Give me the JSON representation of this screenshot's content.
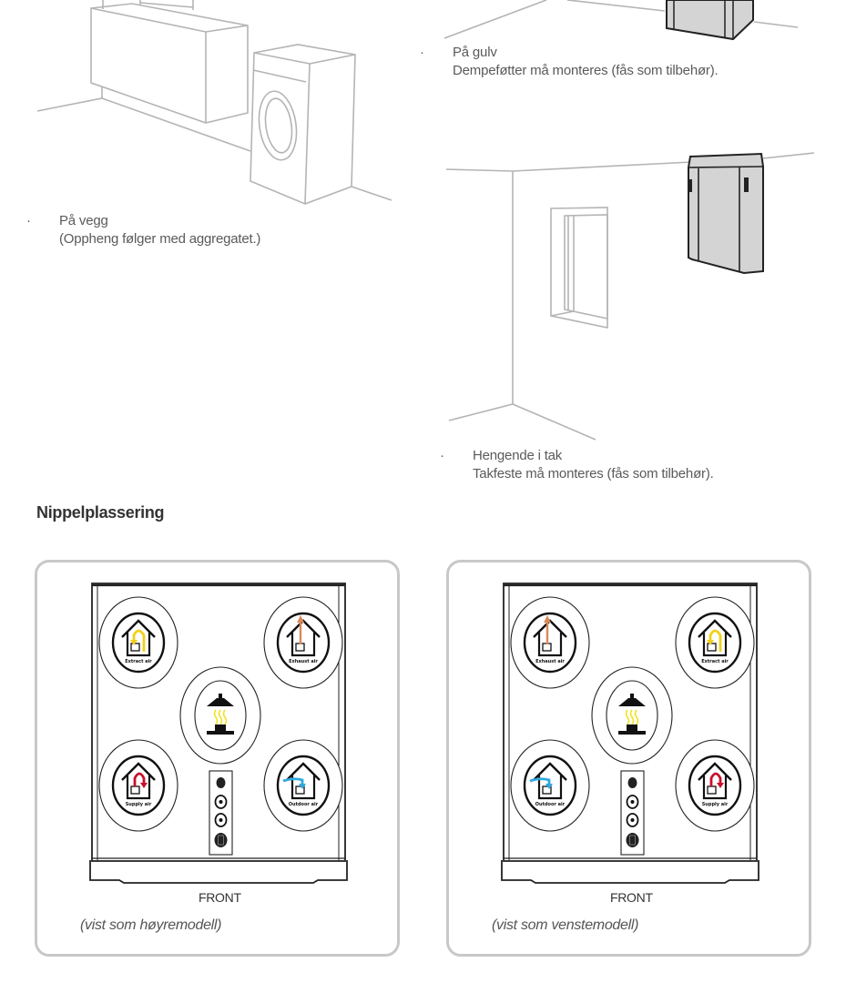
{
  "installation_options": [
    {
      "id": "wall",
      "title": "På vegg",
      "detail": "(Oppheng følger med aggregatet.)"
    },
    {
      "id": "floor",
      "title": "På gulv",
      "detail": "Dempeføtter må monteres (fås som tilbehør)."
    },
    {
      "id": "ceiling",
      "title": "Hengende i tak",
      "detail": "Takfeste må monteres (fås som tilbehør)."
    }
  ],
  "bullet_symbol": "·",
  "section_heading": "Nippelplassering",
  "panels": [
    {
      "id": "right-model",
      "front_label": "FRONT",
      "note": "(vist som høyremodell)",
      "ports": {
        "top_left": "Extract air",
        "top_right": "Exhaust air",
        "bottom_left": "Supply air",
        "bottom_right": "Outdoor air"
      }
    },
    {
      "id": "left-model",
      "front_label": "FRONT",
      "note": "(vist som venstemodell)",
      "ports": {
        "top_left": "Exhaust air",
        "top_right": "Extract air",
        "bottom_left": "Outdoor air",
        "bottom_right": "Supply air"
      }
    }
  ],
  "colors": {
    "extract": "#f2cf1a",
    "exhaust": "#d98a57",
    "supply": "#c8102e",
    "outdoor": "#2ea8e0",
    "line_art": "#b4b4b4",
    "unit_fill": "#d4d4d4"
  },
  "icons": [
    "house-extract-icon",
    "house-exhaust-icon",
    "house-supply-icon",
    "house-outdoor-icon",
    "cooker-hood-icon",
    "control-panel-icon"
  ]
}
